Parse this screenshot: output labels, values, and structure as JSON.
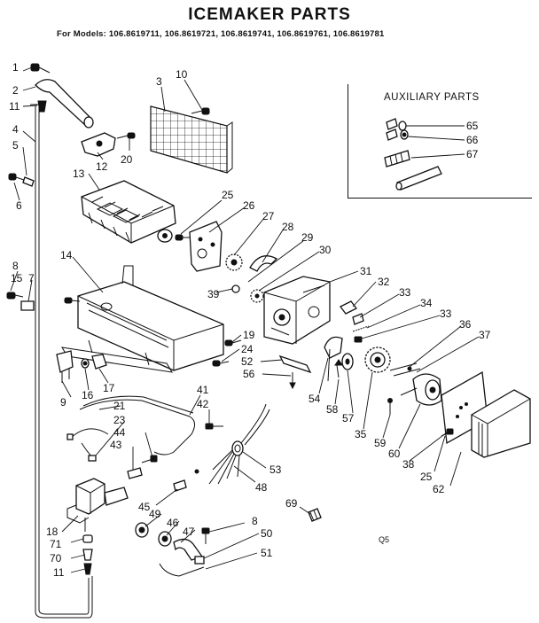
{
  "header": {
    "title": "ICEMAKER PARTS",
    "models_line": "For Models: 106.8619711, 106.8619721, 106.8619741, 106.8619761, 106.8619781"
  },
  "auxiliary": {
    "title": "AUXILIARY PARTS"
  },
  "footer_code": "Q5",
  "part_labels": [
    "1",
    "2",
    "11",
    "4",
    "5",
    "6",
    "8",
    "15",
    "7",
    "14",
    "3",
    "10",
    "12",
    "20",
    "13",
    "25",
    "26",
    "27",
    "28",
    "29",
    "30",
    "39",
    "31",
    "32",
    "33",
    "34",
    "33",
    "36",
    "37",
    "19",
    "24",
    "52",
    "56",
    "54",
    "58",
    "57",
    "35",
    "59",
    "60",
    "38",
    "25",
    "62",
    "9",
    "16",
    "17",
    "21",
    "23",
    "44",
    "43",
    "41",
    "42",
    "53",
    "48",
    "69",
    "8",
    "50",
    "51",
    "45",
    "49",
    "46",
    "47",
    "18",
    "71",
    "70",
    "11",
    "65",
    "66",
    "67"
  ]
}
